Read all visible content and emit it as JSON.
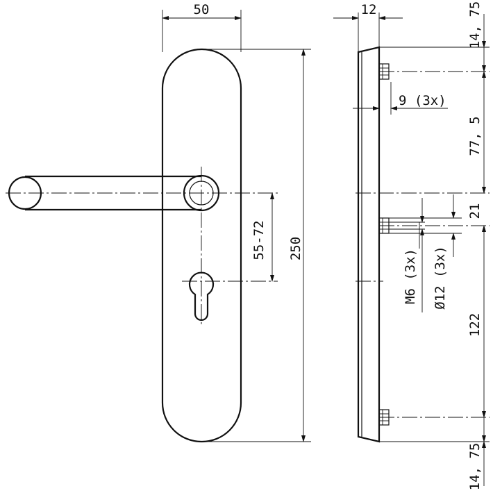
{
  "dimensions": {
    "width": "50",
    "depth": "12",
    "length": "250",
    "distance_range": "55-72",
    "top_margin": "14, 75",
    "bottom_margin": "14, 75",
    "screw_gap": "77, 5",
    "screw_span": "122",
    "boss_height": "21",
    "screw_depth": "9 (3x)",
    "thread": "M6 (3x)",
    "bore": "Ø12 (3x)"
  }
}
